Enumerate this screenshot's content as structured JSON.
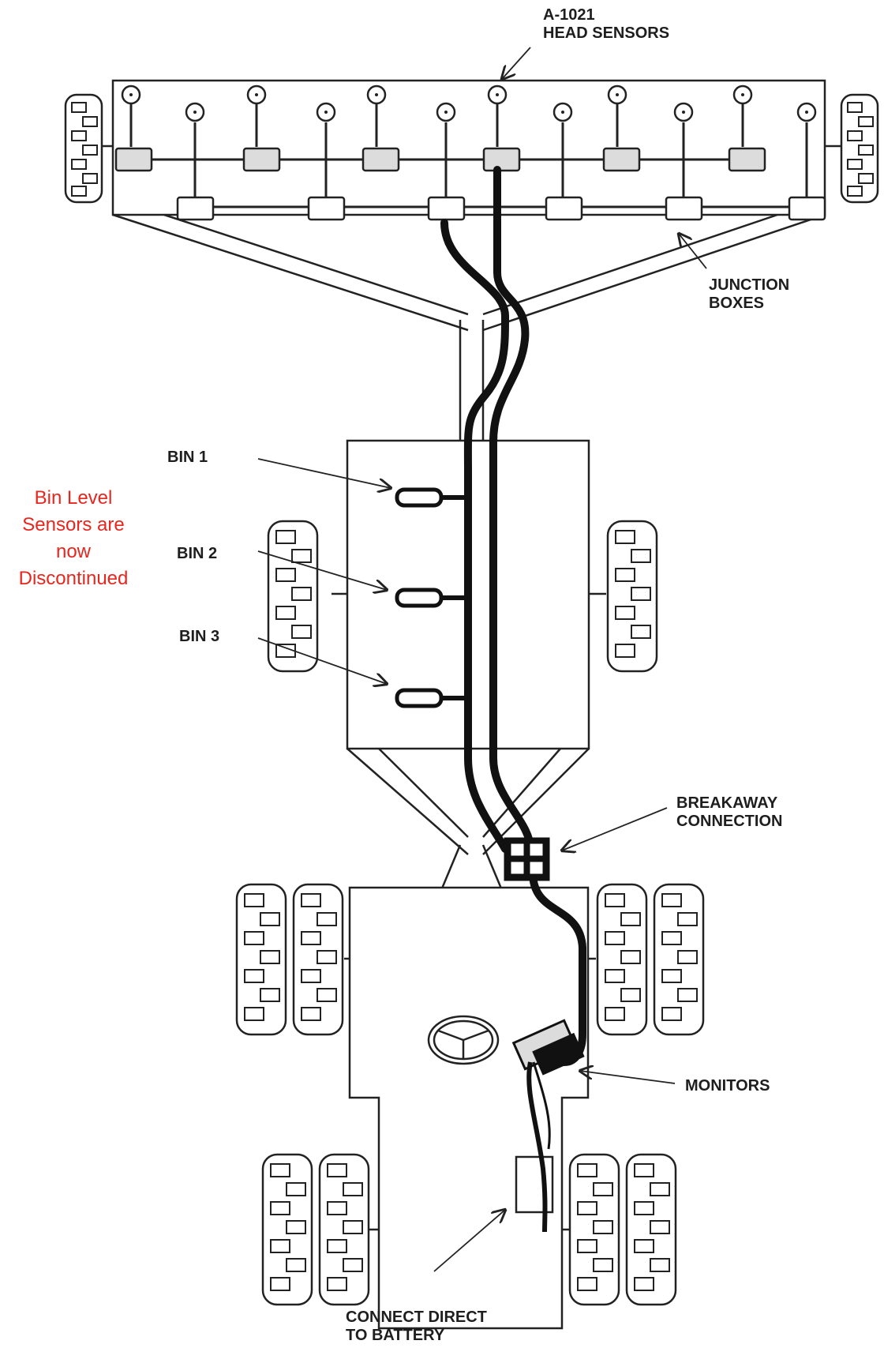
{
  "labels": {
    "head_sensors": [
      "A-1021",
      "HEAD SENSORS"
    ],
    "junction_boxes": [
      "JUNCTION",
      "BOXES"
    ],
    "bin1": "BIN 1",
    "bin2": "BIN 2",
    "bin3": "BIN 3",
    "breakaway": [
      "BREAKAWAY",
      "CONNECTION"
    ],
    "monitors": "MONITORS",
    "battery": [
      "CONNECT DIRECT",
      "TO BATTERY"
    ]
  },
  "notice": {
    "lines": [
      "Bin Level",
      "Sensors are",
      "now",
      "Discontinued"
    ],
    "color": "#e8261e"
  },
  "colors": {
    "line": "#1a1a1a",
    "fill_box": "#dcdcdc",
    "cable": "#111111"
  }
}
